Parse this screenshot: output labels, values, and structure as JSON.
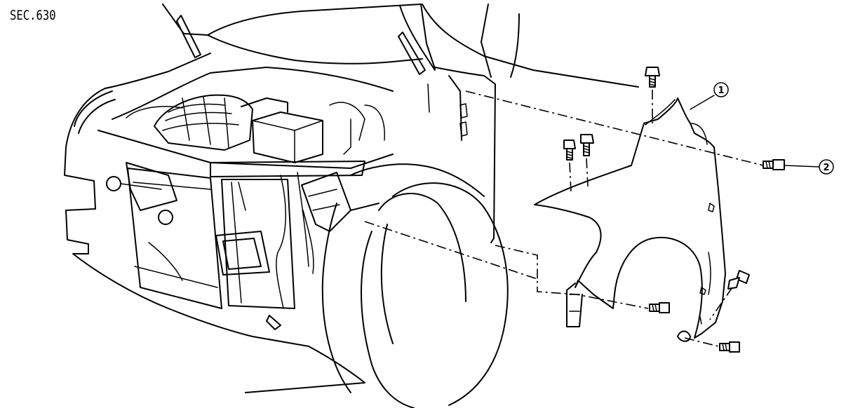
{
  "section_label": "SEC.630",
  "callouts": [
    {
      "number": "1",
      "part": "front-fender"
    },
    {
      "number": "2",
      "part": "fender-bolt"
    }
  ]
}
